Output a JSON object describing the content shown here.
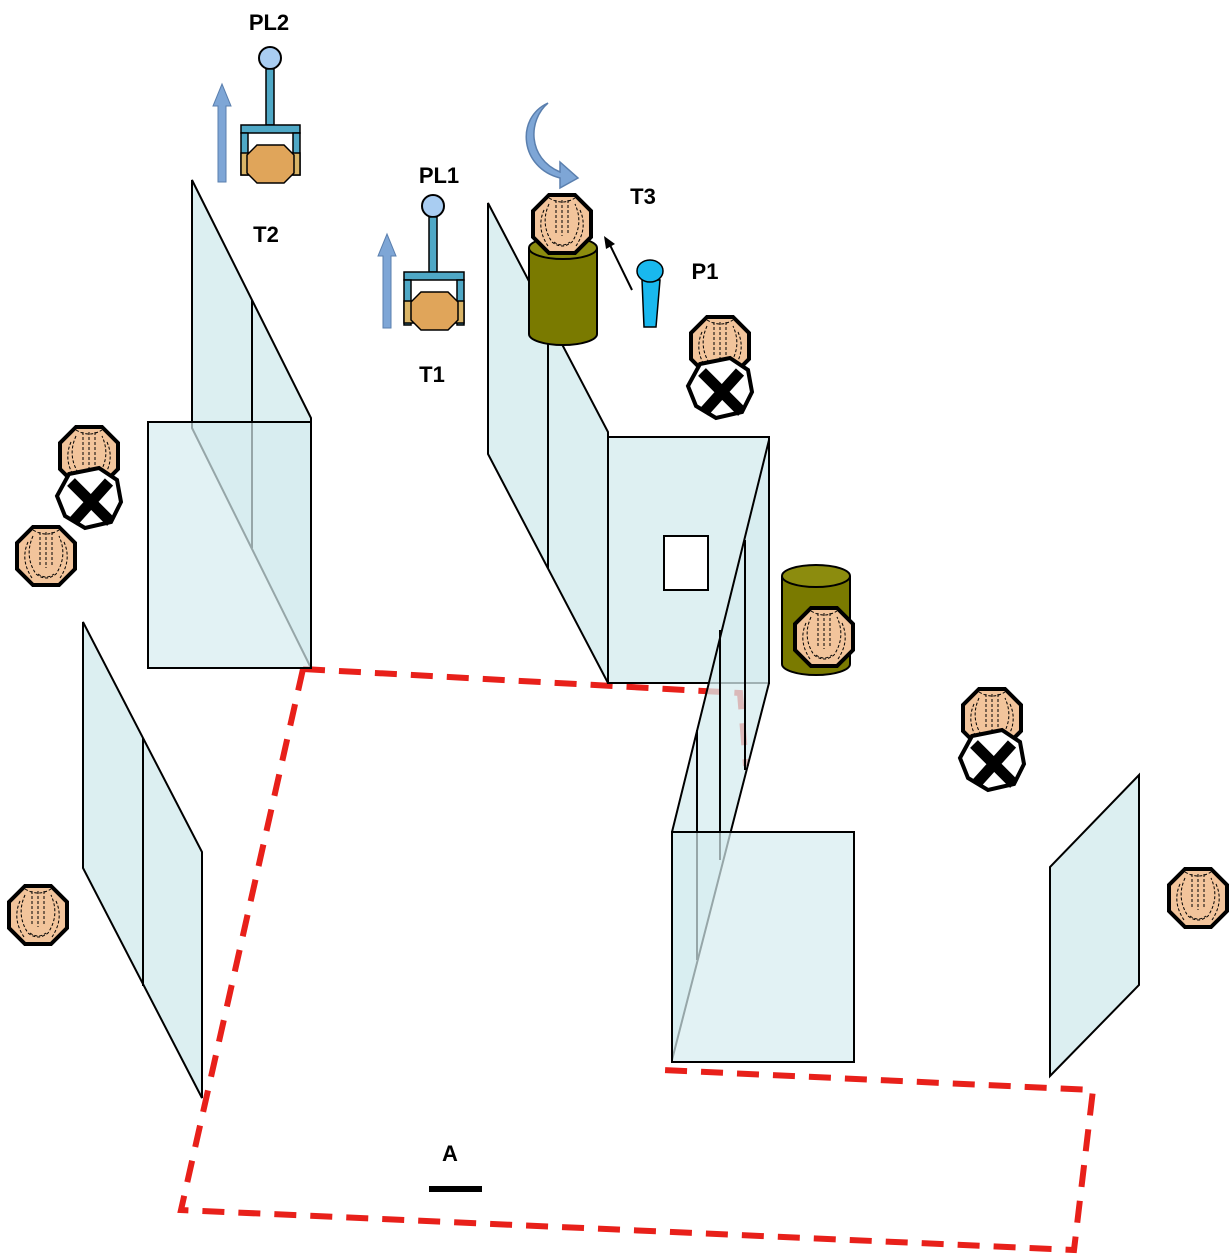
{
  "labels": {
    "pl2": "PL2",
    "pl1": "PL1",
    "t1": "T1",
    "t2": "T2",
    "t3": "T3",
    "p1": "P1",
    "a": "A"
  },
  "colors": {
    "panel_fill": "#d6ecef",
    "panel_stroke": "#000000",
    "dashed_boundary": "#e8201a",
    "cylinder": "#7a7a00",
    "head_fill": "#f2c49b",
    "lift_metal": "#4fa8c6",
    "lift_ball": "#a9cdf2",
    "lift_box": "#e0a55a",
    "arrow_blue": "#7ea6d6",
    "p1_pin": "#19b8ee"
  },
  "icons": [
    "dashed-boundary-region",
    "glass-panel",
    "sensor-window-icon",
    "cylinder-obstacle",
    "person-head-icon",
    "person-crossed-out-icon",
    "lifter-tool-icon",
    "upward-arrow-icon",
    "rotate-arrow-icon",
    "pin-marker-icon",
    "scale-bar"
  ]
}
